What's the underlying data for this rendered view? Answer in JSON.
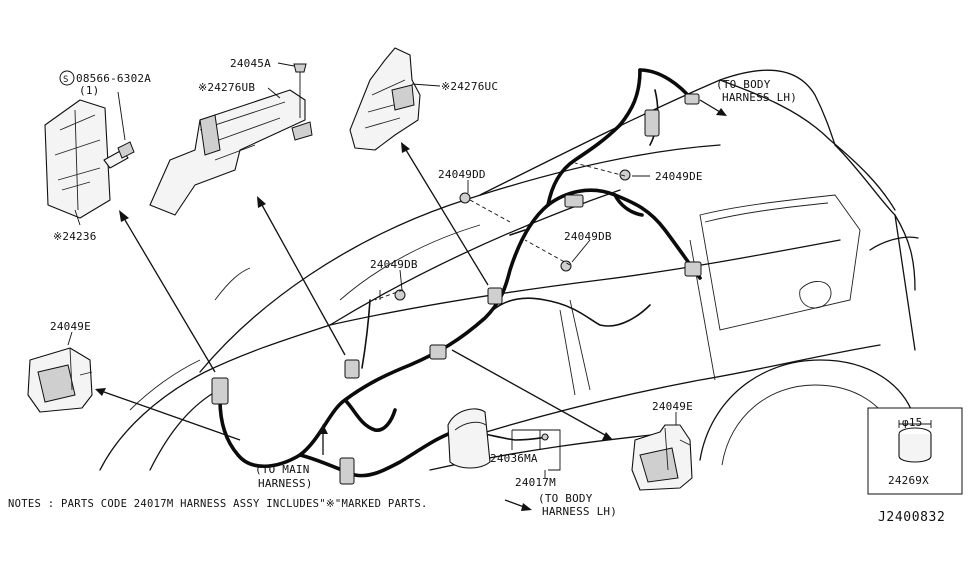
{
  "figure_code": "J2400832",
  "note": "NOTES : PARTS CODE  24017M HARNESS ASSY INCLUDES\"※\"MARKED PARTS.",
  "labels": {
    "bolt_code": "08566-6302A",
    "bolt_qty": "(1)",
    "p24236": "※24236",
    "p24045A": "24045A",
    "p24276UB": "※24276UB",
    "p24276UC": "※24276UC",
    "p24049DD": "24049DD",
    "p24049DE": "24049DE",
    "p24049DB_right": "24049DB",
    "p24049DB_center": "24049DB",
    "p24049E_left": "24049E",
    "p24049E_right": "24049E",
    "p24036MA": "24036MA",
    "p24017M": "24017M",
    "p24269X": "24269X",
    "dim_phi15": "φ15",
    "to_body_harness_top_1": "(TO BODY",
    "to_body_harness_top_2": "HARNESS LH)",
    "to_body_harness_bottom_1": "(TO BODY",
    "to_body_harness_bottom_2": "HARNESS LH)",
    "to_main_harness_1": "(TO MAIN",
    "to_main_harness_2": "HARNESS)"
  },
  "icons": [
    "bolt-s-circle-icon",
    "clip-icon",
    "bracket-icon",
    "connector-icon",
    "grommet-icon"
  ]
}
